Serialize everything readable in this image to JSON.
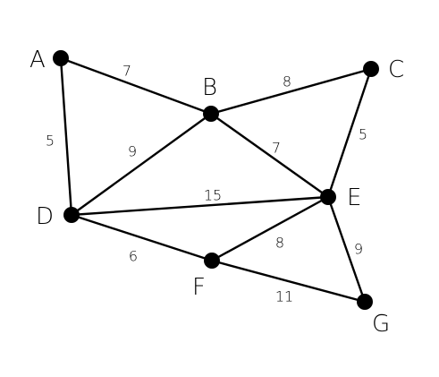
{
  "graph": {
    "nodes": [
      {
        "id": "A",
        "label": "A"
      },
      {
        "id": "B",
        "label": "B"
      },
      {
        "id": "C",
        "label": "C"
      },
      {
        "id": "D",
        "label": "D"
      },
      {
        "id": "E",
        "label": "E"
      },
      {
        "id": "F",
        "label": "F"
      },
      {
        "id": "G",
        "label": "G"
      }
    ],
    "edges": [
      {
        "from": "A",
        "to": "B",
        "weight": "7"
      },
      {
        "from": "A",
        "to": "D",
        "weight": "5"
      },
      {
        "from": "B",
        "to": "C",
        "weight": "8"
      },
      {
        "from": "B",
        "to": "D",
        "weight": "9"
      },
      {
        "from": "B",
        "to": "E",
        "weight": "7"
      },
      {
        "from": "C",
        "to": "E",
        "weight": "5"
      },
      {
        "from": "D",
        "to": "E",
        "weight": "15"
      },
      {
        "from": "D",
        "to": "F",
        "weight": "6"
      },
      {
        "from": "F",
        "to": "E",
        "weight": "8"
      },
      {
        "from": "E",
        "to": "G",
        "weight": "9"
      },
      {
        "from": "F",
        "to": "G",
        "weight": "11"
      }
    ]
  },
  "colors": {
    "edge": "#000000",
    "node": "#000000",
    "text": "#000000",
    "background": "#ffffff"
  }
}
